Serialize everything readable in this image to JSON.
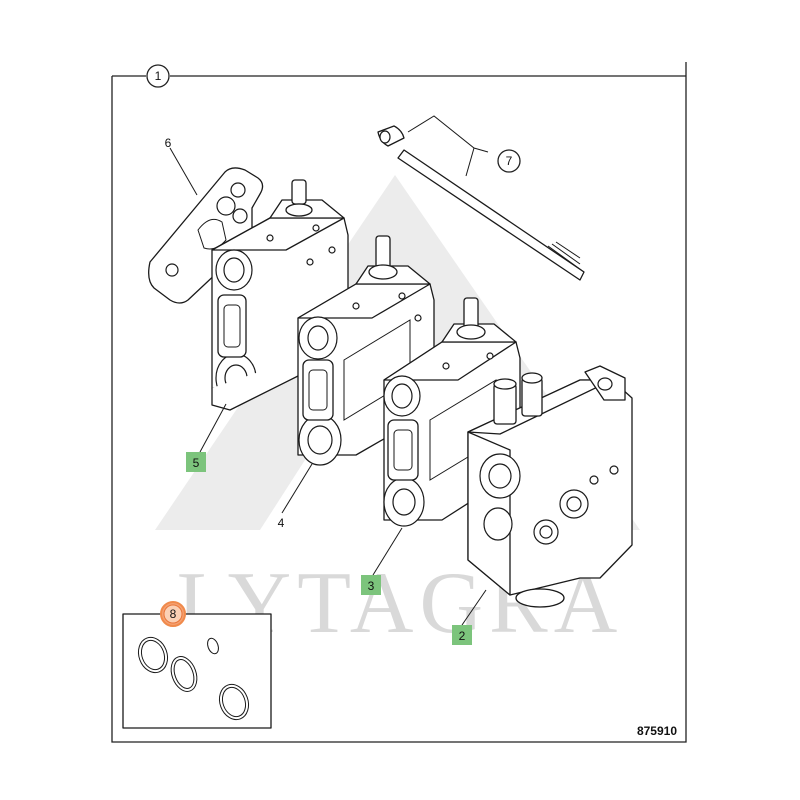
{
  "drawing_number": "875910",
  "watermark": "LYTAGRA",
  "colors": {
    "callout_highlight": "#7cc47c",
    "selected_callout": "#f08a4b",
    "frame": "#222222"
  },
  "callouts": [
    {
      "id": "1",
      "style": "circle"
    },
    {
      "id": "2",
      "style": "highlight"
    },
    {
      "id": "3",
      "style": "highlight"
    },
    {
      "id": "4",
      "style": "plain"
    },
    {
      "id": "5",
      "style": "highlight"
    },
    {
      "id": "6",
      "style": "plain"
    },
    {
      "id": "7",
      "style": "circle"
    },
    {
      "id": "8",
      "style": "selected"
    }
  ]
}
